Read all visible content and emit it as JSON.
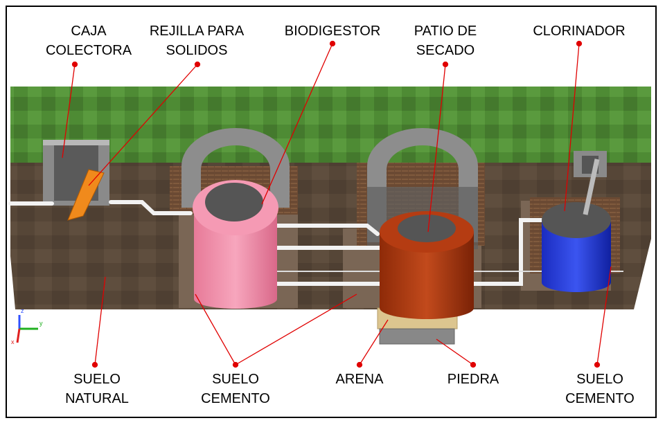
{
  "top_labels": {
    "caja_colectora": "CAJA\nCOLECTORA",
    "rejilla": "REJILLA PARA\nSOLIDOS",
    "biodigestor": "BIODIGESTOR",
    "patio_secado": "PATIO DE\nSECADO",
    "clorinador": "CLORINADOR"
  },
  "bottom_labels": {
    "suelo_natural": "SUELO\nNATURAL",
    "suelo_cemento_1": "SUELO\nCEMENTO",
    "arena": "ARENA",
    "piedra": "PIEDRA",
    "suelo_cemento_2": "SUELO\nCEMENTO"
  },
  "axis_labels": {
    "z": "z",
    "y": "y",
    "x": "x"
  },
  "colors": {
    "leader": "#e00000",
    "grass": "#4f8a35",
    "soil": "#5a4a3c",
    "biodigestor": "#f08aa8",
    "secado": "#a8340e",
    "clorinador": "#1f35d8"
  }
}
